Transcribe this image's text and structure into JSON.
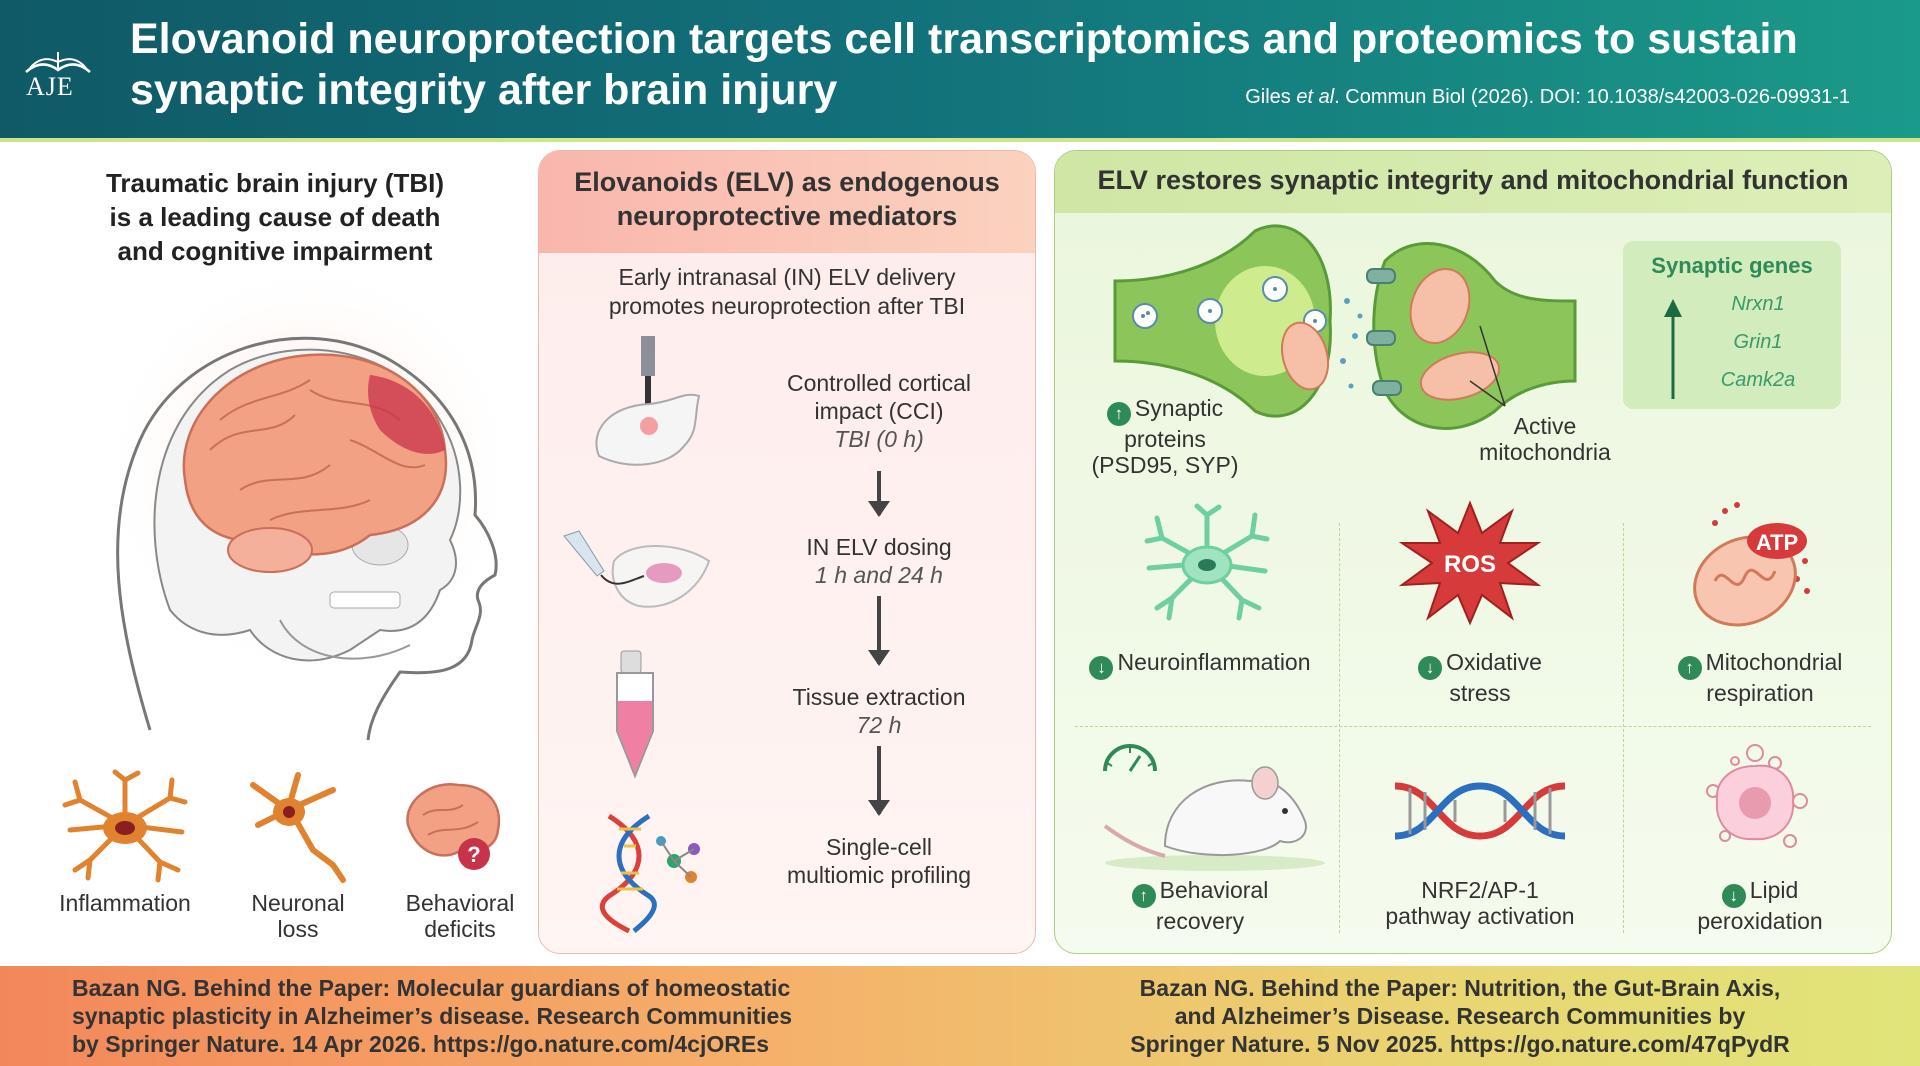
{
  "header": {
    "logo_text": "AJE",
    "title_line1": "Elovanoid neuroprotection targets cell transcriptomics and proteomics to sustain",
    "title_line2": "synaptic integrity after brain injury",
    "citation_prefix": "Giles ",
    "citation_etal": "et al",
    "citation_rest": ". Commun Biol (2026). DOI: 10.1038/s42003-026-09931-1"
  },
  "left": {
    "heading": [
      "Traumatic brain injury (TBI)",
      "is a leading cause of death",
      "and cognitive impairment"
    ],
    "icons": [
      {
        "label": [
          "Inflammation"
        ],
        "icon": "microglia-icon"
      },
      {
        "label": [
          "Neuronal",
          "loss"
        ],
        "icon": "neuron-icon"
      },
      {
        "label": [
          "Behavioral",
          "deficits"
        ],
        "icon": "brain-question-icon"
      }
    ]
  },
  "middle": {
    "title": [
      "Elovanoids (ELV) as endogenous",
      "neuroprotective mediators"
    ],
    "subtitle": [
      "Early intranasal (IN) ELV delivery",
      "promotes neuroprotection after TBI"
    ],
    "steps": [
      {
        "lines": [
          "Controlled cortical",
          "impact (CCI)"
        ],
        "time": "TBI (0 h)"
      },
      {
        "lines": [
          "IN ELV dosing"
        ],
        "time": "1 h and 24 h"
      },
      {
        "lines": [
          "Tissue extraction"
        ],
        "time": "72 h"
      },
      {
        "lines": [
          "Single-cell",
          "multiomic profiling"
        ],
        "time": ""
      }
    ]
  },
  "right": {
    "title": "ELV restores synaptic integrity and mitochondrial function",
    "synaptic_proteins": [
      "Synaptic",
      "proteins",
      "(PSD95, SYP)"
    ],
    "active_mito": [
      "Active",
      "mitochondria"
    ],
    "synaptic_genes": {
      "title": "Synaptic genes",
      "genes": [
        "Nrxn1",
        "Grin1",
        "Camk2a"
      ]
    },
    "ros_label": "ROS",
    "atp_label": "ATP",
    "effects": [
      {
        "lines": [
          "Neuroinflammation"
        ],
        "direction": "down"
      },
      {
        "lines": [
          "Oxidative",
          "stress"
        ],
        "direction": "down"
      },
      {
        "lines": [
          "Mitochondrial",
          "respiration"
        ],
        "direction": "up"
      },
      {
        "lines": [
          "Behavioral",
          "recovery"
        ],
        "direction": "up"
      },
      {
        "lines": [
          "NRF2/AP-1",
          "pathway activation"
        ],
        "direction": "none"
      },
      {
        "lines": [
          "Lipid",
          "peroxidation"
        ],
        "direction": "down"
      }
    ]
  },
  "footer": {
    "left": [
      "Bazan NG. Behind the Paper: Molecular guardians of homeostatic",
      "synaptic plasticity in Alzheimer’s disease. Research Communities",
      "by Springer Nature. 14 Apr 2026. https://go.nature.com/4cjOREs"
    ],
    "right": [
      "Bazan NG. Behind the Paper: Nutrition, the Gut-Brain Axis,",
      "and Alzheimer’s Disease. Research Communities by",
      "Springer Nature. 5 Nov 2025. https://go.nature.com/47qPydR"
    ]
  },
  "colors": {
    "header_teal": "#12707a",
    "accent_green": "#2e8b57",
    "brain_pink": "#f2a184",
    "injury_red": "#c8334a"
  }
}
